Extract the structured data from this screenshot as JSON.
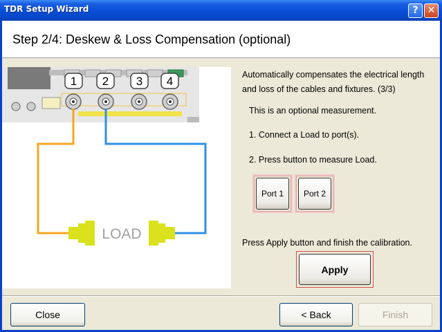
{
  "window": {
    "title": "TDR Setup Wizard",
    "help_glyph": "?",
    "close_glyph": "✕"
  },
  "header": {
    "step_title": "Step 2/4: Deskew & Loss Compensation (optional)"
  },
  "diagram": {
    "port_labels": [
      "1",
      "2",
      "3",
      "4"
    ],
    "load_label": "LOAD",
    "cable_colors": {
      "port1": "#f5a623",
      "port2": "#2f8fe8"
    },
    "load_color": "#d9e21c"
  },
  "instructions": {
    "description": "Automatically compensates the electrical length and loss of the cables and fixtures.  (3/3)",
    "note": "This is an optional measurement.",
    "step1": "1. Connect a Load to port(s).",
    "step2": "2. Press button to measure Load.",
    "press_apply": "Press Apply button and finish the calibration."
  },
  "buttons": {
    "port1": "Port 1",
    "port2": "Port 2",
    "apply": "Apply",
    "close": "Close",
    "back": "< Back",
    "finish": "Finish"
  }
}
